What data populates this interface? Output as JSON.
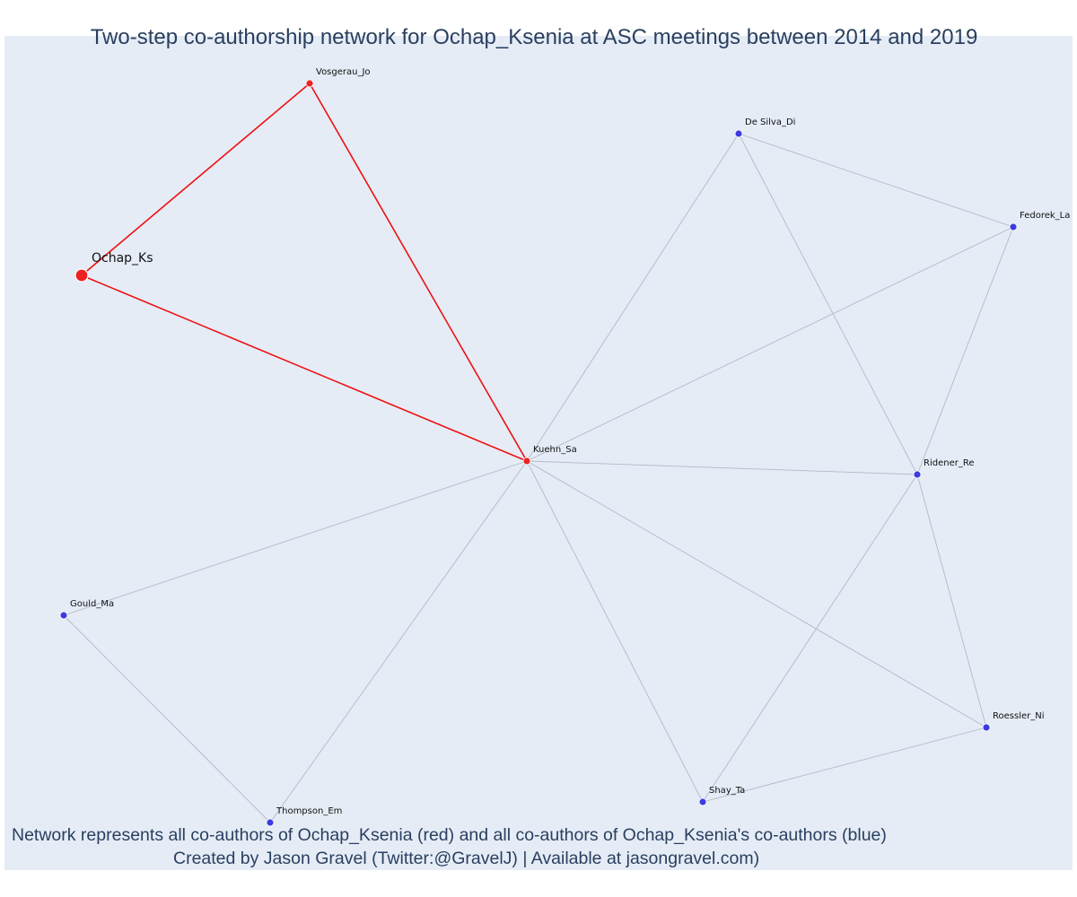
{
  "title": "Two-step co-authorship network for Ochap_Ksenia at ASC meetings between 2014 and 2019",
  "caption": {
    "line1": "Network represents all co-authors of Ochap_Ksenia (red) and all co-authors of Ochap_Ksenia's co-authors (blue)",
    "line2": "Created by Jason Gravel (Twitter:@GravelJ) | Available at jasongravel.com)"
  },
  "colors": {
    "background": "#e5ecf6",
    "red": "#ee2222",
    "blue": "#3b3be0",
    "gray_edge": "#b4b8c8",
    "red_edge": "#ee1111",
    "text": "#2a3f5f"
  },
  "nodes": [
    {
      "id": "Ochap_Ks",
      "label": "Ochap_Ks",
      "group": "focal",
      "color": "red"
    },
    {
      "id": "Vosgerau_Jo",
      "label": "Vosgerau_Jo",
      "group": "coauthor",
      "color": "red"
    },
    {
      "id": "Kuehn_Sa",
      "label": "Kuehn_Sa",
      "group": "coauthor",
      "color": "red"
    },
    {
      "id": "De Silva_Di",
      "label": "De Silva_Di",
      "group": "second",
      "color": "blue"
    },
    {
      "id": "Fedorek_La",
      "label": "Fedorek_La",
      "group": "second",
      "color": "blue"
    },
    {
      "id": "Ridener_Re",
      "label": "Ridener_Re",
      "group": "second",
      "color": "blue"
    },
    {
      "id": "Gould_Ma",
      "label": "Gould_Ma",
      "group": "second",
      "color": "blue"
    },
    {
      "id": "Thompson_Em",
      "label": "Thompson_Em",
      "group": "second",
      "color": "blue"
    },
    {
      "id": "Shay_Ta",
      "label": "Shay_Ta",
      "group": "second",
      "color": "blue"
    },
    {
      "id": "Roessler_Ni",
      "label": "Roessler_Ni",
      "group": "second",
      "color": "blue"
    }
  ],
  "edges": [
    {
      "source": "Ochap_Ks",
      "target": "Vosgerau_Jo",
      "color": "red"
    },
    {
      "source": "Ochap_Ks",
      "target": "Kuehn_Sa",
      "color": "red"
    },
    {
      "source": "Vosgerau_Jo",
      "target": "Kuehn_Sa",
      "color": "red"
    },
    {
      "source": "Kuehn_Sa",
      "target": "De Silva_Di",
      "color": "gray"
    },
    {
      "source": "Kuehn_Sa",
      "target": "Fedorek_La",
      "color": "gray"
    },
    {
      "source": "Kuehn_Sa",
      "target": "Ridener_Re",
      "color": "gray"
    },
    {
      "source": "Kuehn_Sa",
      "target": "Gould_Ma",
      "color": "gray"
    },
    {
      "source": "Kuehn_Sa",
      "target": "Thompson_Em",
      "color": "gray"
    },
    {
      "source": "Kuehn_Sa",
      "target": "Shay_Ta",
      "color": "gray"
    },
    {
      "source": "Kuehn_Sa",
      "target": "Roessler_Ni",
      "color": "gray"
    },
    {
      "source": "De Silva_Di",
      "target": "Fedorek_La",
      "color": "gray"
    },
    {
      "source": "De Silva_Di",
      "target": "Ridener_Re",
      "color": "gray"
    },
    {
      "source": "Fedorek_La",
      "target": "Ridener_Re",
      "color": "gray"
    },
    {
      "source": "Ridener_Re",
      "target": "Shay_Ta",
      "color": "gray"
    },
    {
      "source": "Ridener_Re",
      "target": "Roessler_Ni",
      "color": "gray"
    },
    {
      "source": "Shay_Ta",
      "target": "Roessler_Ni",
      "color": "gray"
    },
    {
      "source": "Gould_Ma",
      "target": "Thompson_Em",
      "color": "gray"
    }
  ]
}
